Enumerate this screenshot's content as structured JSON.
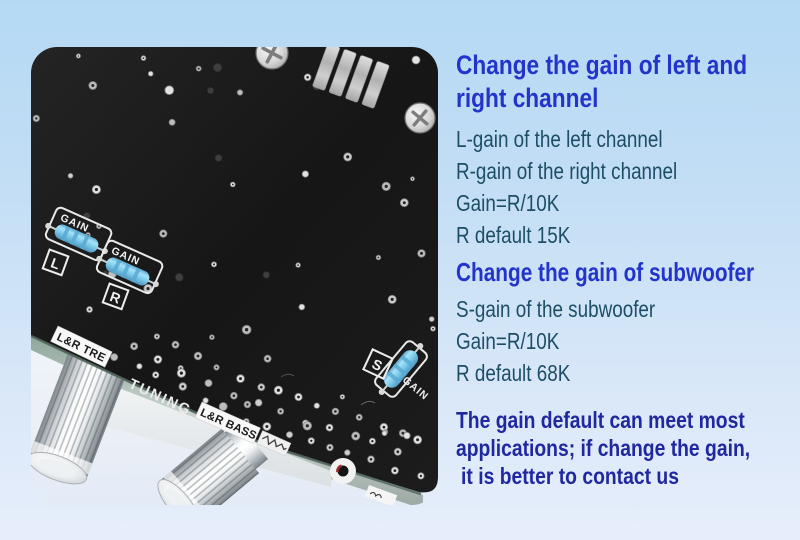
{
  "colors": {
    "background_top": "#b5d9f4",
    "background_bottom": "#e7eefb",
    "heading_blue": "#2334cb",
    "body_teal_navy": "#1d4e66",
    "note_navy": "#2028a0",
    "pcb_black": "#181818",
    "resistor_blue": "#85cdec"
  },
  "photo": {
    "labels": {
      "gain_l": "GAIN",
      "gain_r": "GAIN",
      "gain_s": "GAIN",
      "marker_l": "L",
      "marker_r": "R",
      "marker_s": "S",
      "tuning": "TUNING",
      "sticker_tre": "L&R TRE",
      "sticker_bass": "L&R BASS"
    }
  },
  "info": {
    "section1": {
      "heading_lines": [
        "Change the gain of left and",
        "right channel"
      ],
      "lines": [
        "L-gain of the left channel",
        "R-gain of the right channel",
        "Gain=R/10K",
        "R default 15K"
      ]
    },
    "section2": {
      "heading": "Change the gain of subwoofer",
      "lines": [
        "S-gain of the subwoofer",
        "Gain=R/10K",
        "R default 68K"
      ]
    },
    "note_lines": [
      "The gain default can meet most",
      "applications; if change the gain,",
      "it is better to contact us"
    ]
  }
}
